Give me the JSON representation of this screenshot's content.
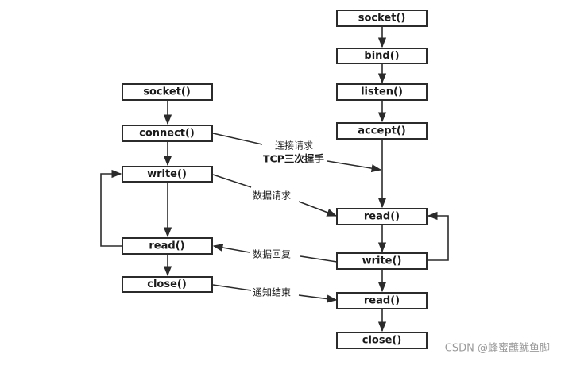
{
  "client": {
    "socket": "socket()",
    "connect": "connect()",
    "write": "write()",
    "read": "read()",
    "close": "close()"
  },
  "server": {
    "socket": "socket()",
    "bind": "bind()",
    "listen": "listen()",
    "accept": "accept()",
    "read1": "read()",
    "write": "write()",
    "read2": "read()",
    "close": "close()"
  },
  "messages": {
    "connect_request": "连接请求",
    "tcp_handshake": "TCP三次握手",
    "data_request": "数据请求",
    "data_reply": "数据回复",
    "notify_end": "通知结束"
  },
  "watermark": "CSDN @蜂蜜蘸鱿鱼脚"
}
